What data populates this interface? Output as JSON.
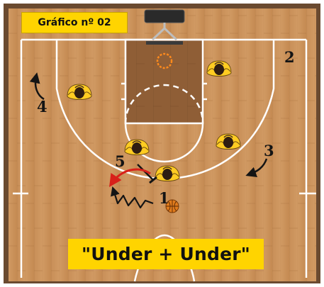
{
  "diagram": {
    "label": "Gráfico nº 02",
    "title": "\"Under + Under\"",
    "player_numbers": [
      "1",
      "2",
      "3",
      "4",
      "5"
    ],
    "colors": {
      "floor_base": "#c58d55",
      "paint": "#8a5a33",
      "lines": "#ffffff",
      "border": "#6a4a30",
      "label_bg": "#ffd400",
      "pass_arrow": "#d8201a",
      "ball": "#e07b1c"
    },
    "icons": [
      "basket-hoop-icon",
      "defender-icon",
      "basketball-icon",
      "dribble-arrow-icon",
      "cut-arrow-icon"
    ]
  }
}
